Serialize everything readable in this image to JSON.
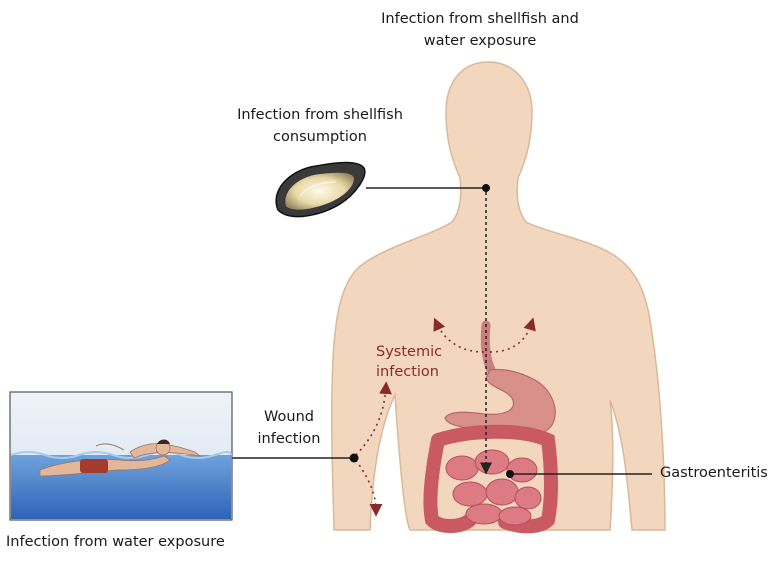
{
  "labels": {
    "top_line1": "Infection from shellfish and",
    "top_line2": "water exposure",
    "shellfish_line1": "Infection from shellfish",
    "shellfish_line2": "consumption",
    "systemic_line1": "Systemic",
    "systemic_line2": "infection",
    "wound_line1": "Wound",
    "wound_line2": "infection",
    "gastro": "Gastroenteritis",
    "water": "Infection from water exposure"
  },
  "colors": {
    "skin": "#f2d6bd",
    "skin_outline": "#d9b99a",
    "intestine": "#d9707a",
    "stomach": "#d98f8a",
    "systemic_text": "#8b2a2a",
    "water": "#5a8fd0",
    "sky": "#dfe8f3"
  }
}
